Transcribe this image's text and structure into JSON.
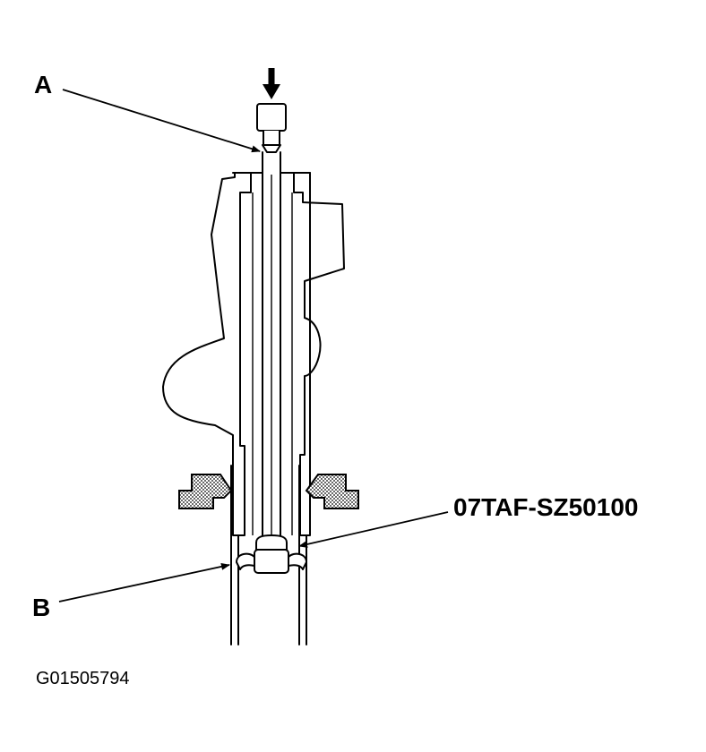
{
  "labels": {
    "a": "A",
    "b": "B",
    "tool": "07TAF-SZ50100",
    "figure_id": "G01505794"
  },
  "colors": {
    "line": "#000000",
    "background": "#ffffff"
  }
}
